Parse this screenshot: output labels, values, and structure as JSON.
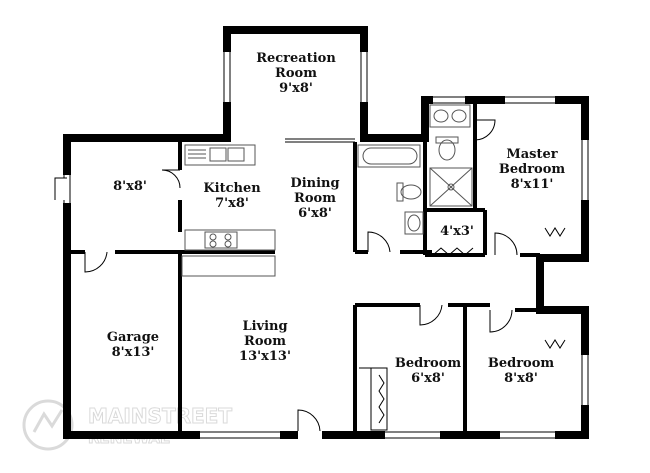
{
  "rooms": {
    "recreation": {
      "name": "Recreation Room",
      "name_line1": "Recreation",
      "name_line2": "Room",
      "size": "9'x8'"
    },
    "master": {
      "name_line1": "Master",
      "name_line2": "Bedroom",
      "size": "8'x11'"
    },
    "utility": {
      "size": "8'x8'"
    },
    "kitchen": {
      "name": "Kitchen",
      "size": "7'x8'"
    },
    "dining": {
      "name_line1": "Dining",
      "name_line2": "Room",
      "size": "6'x8'"
    },
    "closet": {
      "size": "4'x3'"
    },
    "garage": {
      "name": "Garage",
      "size": "8'x13'"
    },
    "living": {
      "name_line1": "Living",
      "name_line2": "Room",
      "size": "13'x13'"
    },
    "bedroom_small": {
      "name": "Bedroom",
      "size": "6'x8'"
    },
    "bedroom_right": {
      "name": "Bedroom",
      "size": "8'x8'"
    }
  },
  "watermark": {
    "line1": "MAINSTREET",
    "line2": "RENEWAL"
  },
  "colors": {
    "wall": "#000000",
    "fixture": "#555555",
    "watermark": "#d6d6d6"
  }
}
